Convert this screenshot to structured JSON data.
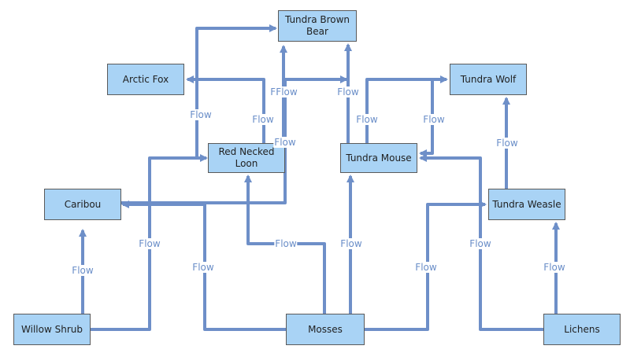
{
  "nodes": {
    "bear": "Tundra Brown Bear",
    "fox": "Arctic Fox",
    "wolf": "Tundra Wolf",
    "loon": "Red Necked Loon",
    "mouse": "Tundra Mouse",
    "caribou": "Caribou",
    "weasel": "Tundra Weasle",
    "willow": "Willow Shrub",
    "mosses": "Mosses",
    "lichens": "Lichens"
  },
  "edge_label": "Flow",
  "colors": {
    "node_fill": "#a9d3f5",
    "node_border": "#5a5a5a",
    "edge": "#6e8fc8",
    "label": "#6a8ec8"
  },
  "edges": [
    {
      "from": "willow",
      "to": "caribou"
    },
    {
      "from": "willow",
      "to": "loon"
    },
    {
      "from": "mosses",
      "to": "caribou"
    },
    {
      "from": "mosses",
      "to": "loon"
    },
    {
      "from": "mosses",
      "to": "mouse"
    },
    {
      "from": "mosses",
      "to": "weasel"
    },
    {
      "from": "lichens",
      "to": "weasel"
    },
    {
      "from": "lichens",
      "to": "mouse"
    },
    {
      "from": "weasel",
      "to": "wolf"
    },
    {
      "from": "loon",
      "to": "fox"
    },
    {
      "from": "loon",
      "to": "bear"
    },
    {
      "from": "mouse",
      "to": "bear"
    },
    {
      "from": "mouse",
      "to": "wolf"
    },
    {
      "from": "fox",
      "to": "bear"
    },
    {
      "from": "caribou",
      "to": "wolf"
    },
    {
      "from": "fox",
      "to": "mouse"
    }
  ]
}
